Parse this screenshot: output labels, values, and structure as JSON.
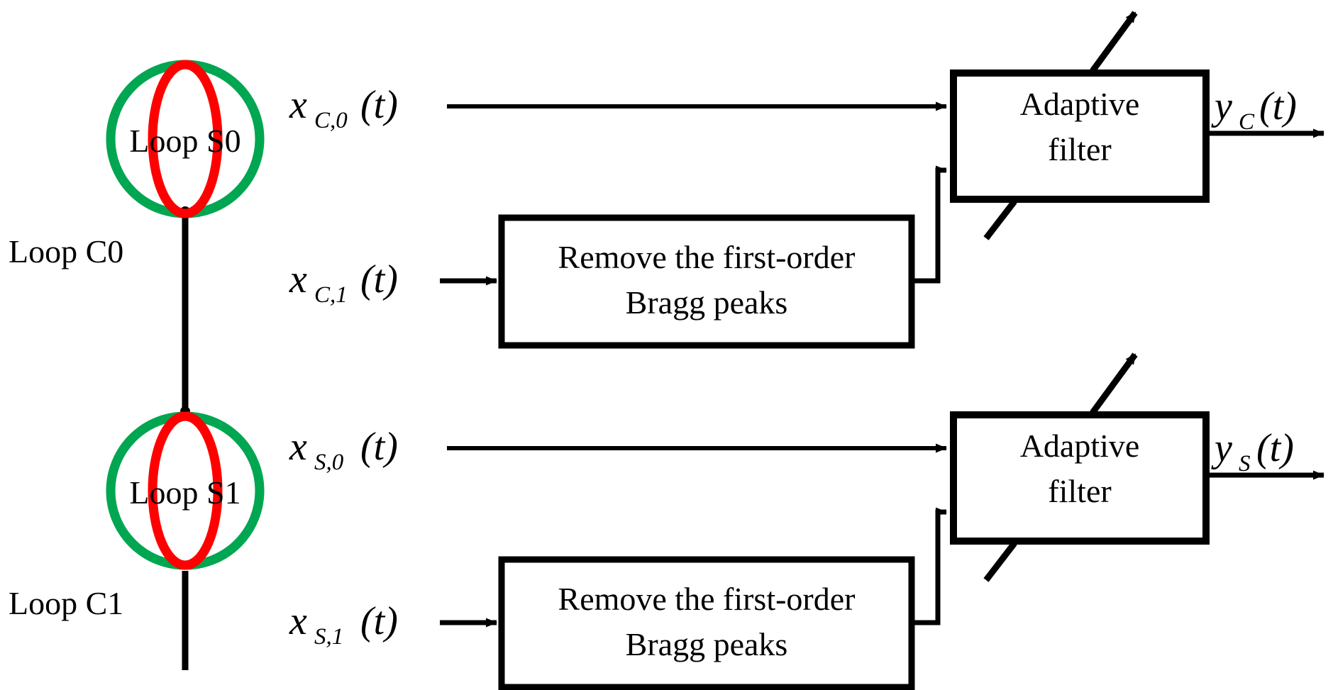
{
  "diagram": {
    "title": "Adaptive filter block diagram for first-order Bragg peak removal",
    "colors": {
      "loop_c_color": "#00A651",
      "loop_s_color": "#FF0000",
      "line_color": "#000000",
      "background": "#FFFFFF"
    },
    "antennas": [
      {
        "id": "antenna-0",
        "outer_loop_label": "Loop C0",
        "inner_loop_label": "Loop S0"
      },
      {
        "id": "antenna-1",
        "outer_loop_label": "Loop C1",
        "inner_loop_label": "Loop S1"
      }
    ],
    "channels": [
      {
        "id": "channel-c",
        "direct_signal": {
          "base": "x",
          "sub": "C,0",
          "arg": "(t)"
        },
        "bragg_signal": {
          "base": "x",
          "sub": "C,1",
          "arg": "(t)"
        },
        "preprocess_box": {
          "line1": "Remove the first-order",
          "line2": "Bragg peaks"
        },
        "filter_box": {
          "line1": "Adaptive",
          "line2": "filter"
        },
        "output_signal": {
          "base": "y",
          "sub": "C",
          "arg": "(t)"
        }
      },
      {
        "id": "channel-s",
        "direct_signal": {
          "base": "x",
          "sub": "S,0",
          "arg": "(t)"
        },
        "bragg_signal": {
          "base": "x",
          "sub": "S,1",
          "arg": "(t)"
        },
        "preprocess_box": {
          "line1": "Remove the first-order",
          "line2": "Bragg peaks"
        },
        "filter_box": {
          "line1": "Adaptive",
          "line2": "filter"
        },
        "output_signal": {
          "base": "y",
          "sub": "S",
          "arg": "(t)"
        }
      }
    ]
  }
}
